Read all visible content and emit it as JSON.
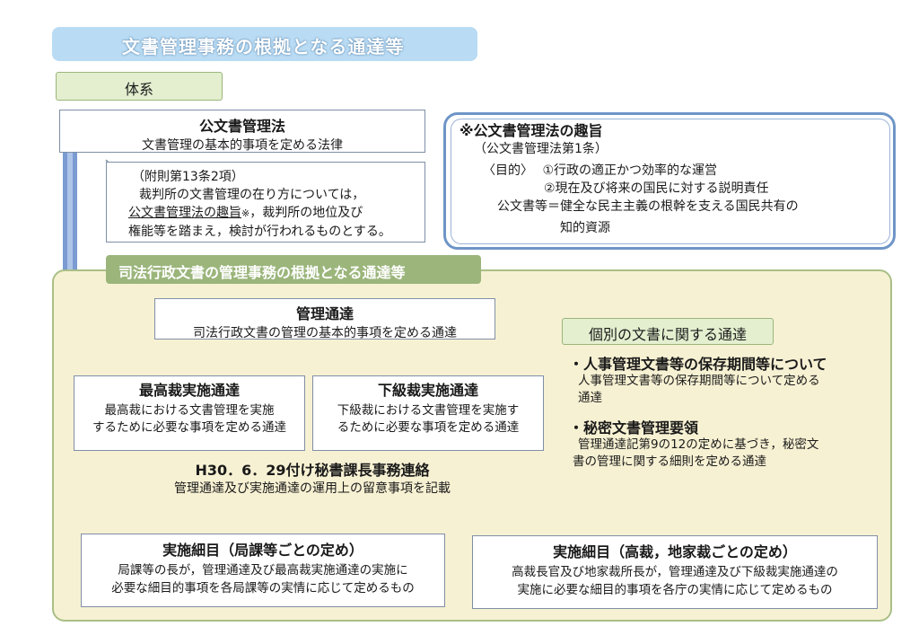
{
  "title": "文書管理事務の根拠となる通達等",
  "section_label": "体系",
  "law_box": {
    "title": "公文書管理法",
    "desc": "文書管理の基本的事項を定める法律"
  },
  "supplement": {
    "heading": "（附則第13条2項）",
    "line1": "裁判所の文書管理の在り方については，",
    "line2_link": "公文書管理法の趣旨",
    "line2_mark": "※",
    "line2_rest": "，裁判所の地位及び",
    "line3": "権能等を踏まえ，検討が行われるものとする。"
  },
  "purpose": {
    "title": "※公文書管理法の趣旨",
    "source": "（公文書管理法第1条）",
    "purpose_label": "〈目的〉",
    "item1": "①行政の適正かつ効率的な運営",
    "item2": "②現在及び将来の国民に対する説明責任",
    "definition_line1": "公文書等＝健全な民主主義の根幹を支える国民共有の",
    "definition_line2": "知的資源"
  },
  "judicial_section": {
    "label": "司法行政文書の管理事務の根拠となる通達等",
    "management": {
      "title": "管理通達",
      "desc": "司法行政文書の管理の基本的事項を定める通達"
    },
    "supreme": {
      "title": "最高裁実施通達",
      "desc1": "最高裁における文書管理を実施",
      "desc2": "するために必要な事項を定める通達"
    },
    "lower": {
      "title": "下級裁実施通達",
      "desc1": "下級裁における文書管理を実施す",
      "desc2": "るために必要な事項を定める通達"
    },
    "notice": {
      "title": "H30．6．29付け秘書課長事務連絡",
      "desc": "管理通達及び実施通達の運用上の留意事項を記載"
    },
    "detail_bureau": {
      "title": "実施細目（局課等ごとの定め）",
      "desc1": "局課等の長が，管理通達及び最高裁実施通達の実施に",
      "desc2": "必要な細目的事項を各局課等の実情に応じて定めるもの"
    },
    "detail_court": {
      "title": "実施細目（高裁，地家裁ごとの定め）",
      "desc1": "高裁長官及び地家裁所長が，管理通達及び下級裁実施通達の",
      "desc2": "実施に必要な細目的事項を各庁の実情に応じて定めるもの"
    },
    "individual": {
      "label": "個別の文書に関する通達",
      "item1_title": "・人事管理文書等の保存期間等について",
      "item1_desc1": "人事管理文書等の保存期間等について定める",
      "item1_desc2": "通達",
      "item2_title": "・秘密文書管理要領",
      "item2_desc1": "管理通達記第9の12の定めに基づき，秘密文",
      "item2_desc2": "書の管理に関する細則を定める通達"
    }
  },
  "colors": {
    "banner": "#b9dbf3",
    "section_bg": "#f7f1d3",
    "section_tag": "#9bb57b",
    "arrow": "#5f87c4",
    "purpose_border": "#6f95c7"
  }
}
